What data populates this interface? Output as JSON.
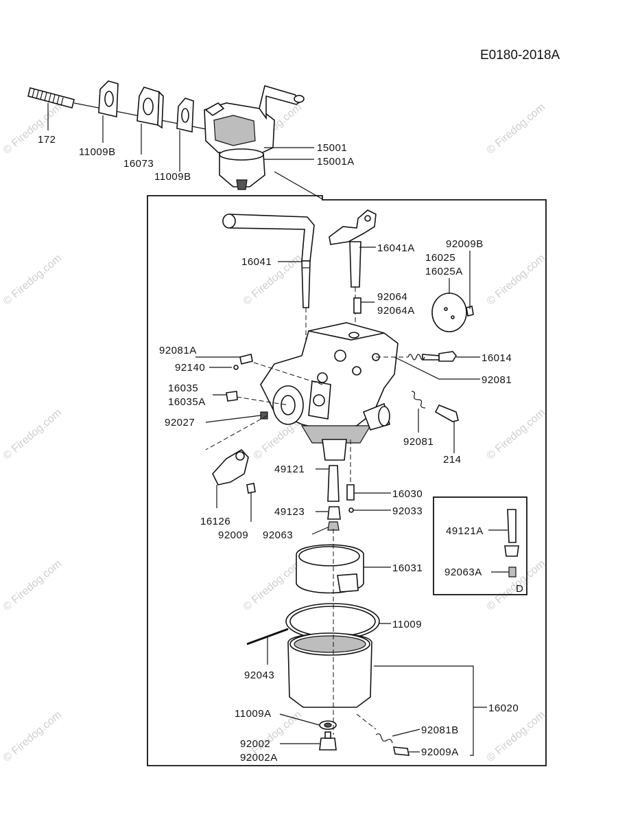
{
  "diagram_code": "E0180-2018A",
  "watermark": "© Firedog.com",
  "inset_letter": "D",
  "labels": {
    "l172": "172",
    "l11009B_a": "11009B",
    "l16073": "16073",
    "l11009B_b": "11009B",
    "l15001": "15001",
    "l15001A": "15001A",
    "l16041": "16041",
    "l16041A": "16041A",
    "l92009B": "92009B",
    "l16025": "16025",
    "l16025A": "16025A",
    "l92064": "92064",
    "l92064A": "92064A",
    "l92081A": "92081A",
    "l92140": "92140",
    "l16014": "16014",
    "l92081_a": "92081",
    "l16035": "16035",
    "l16035A": "16035A",
    "l92027": "92027",
    "l92081_b": "92081",
    "l214": "214",
    "l49121": "49121",
    "l16030": "16030",
    "l49123": "49123",
    "l92033": "92033",
    "l16126": "16126",
    "l92009": "92009",
    "l92063": "92063",
    "l49121A": "49121A",
    "l92063A": "92063A",
    "l16031": "16031",
    "l11009": "11009",
    "l92043": "92043",
    "l16020": "16020",
    "l11009A": "11009A",
    "l92081B": "92081B",
    "l92002": "92002",
    "l92002A": "92002A",
    "l92009A": "92009A"
  }
}
